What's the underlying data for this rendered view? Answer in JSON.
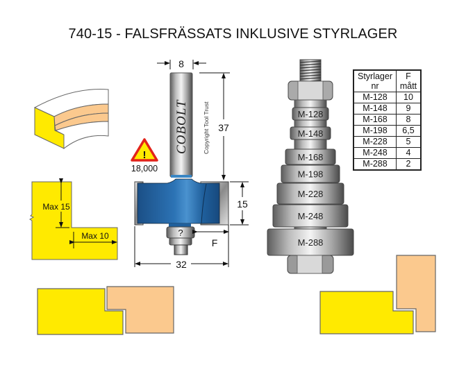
{
  "title": "740-15 - FALSFRÄSSATS INKLUSIVE STYRLAGER",
  "colors": {
    "workpiece_yellow": "#ffea00",
    "workpiece_wood": "#fbc98e",
    "cutter_blue": "#1f5f9c",
    "warning_red": "#e2231a",
    "outline": "#6b6b6b"
  },
  "router_bit": {
    "brand": "COBOLT",
    "copyright": "Copyright Tool Trust",
    "shank_diameter": "8",
    "shank_length": "37",
    "cutting_height": "15",
    "cutting_diameter": "32",
    "bearing_label": "?",
    "rebate_label": "F"
  },
  "warning": {
    "icon": "warning-triangle-icon",
    "symbol": "!",
    "max_rpm": "18,000"
  },
  "profile_dimensions": {
    "max_depth": "Max 15",
    "max_width": "Max 10"
  },
  "bearing_stack": {
    "bearings": [
      "M-128",
      "M-148",
      "M-168",
      "M-198",
      "M-228",
      "M-248",
      "M-288"
    ]
  },
  "guide_table": {
    "headers": [
      [
        "Styrlager",
        "nr"
      ],
      [
        "F",
        "mått"
      ]
    ],
    "rows": [
      {
        "bearing": "M-128",
        "f": "10"
      },
      {
        "bearing": "M-148",
        "f": "9"
      },
      {
        "bearing": "M-168",
        "f": "8"
      },
      {
        "bearing": "M-198",
        "f": "6,5"
      },
      {
        "bearing": "M-228",
        "f": "5"
      },
      {
        "bearing": "M-248",
        "f": "4"
      },
      {
        "bearing": "M-288",
        "f": "2"
      }
    ]
  }
}
